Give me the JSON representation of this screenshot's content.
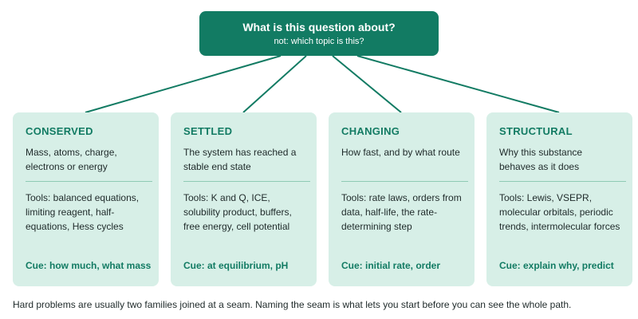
{
  "root": {
    "title": "What is this question about?",
    "subtitle": "not: which topic is this?"
  },
  "colors": {
    "accent": "#127b63",
    "card_bg": "#d7efe7",
    "divider": "#8fcab4"
  },
  "cards": [
    {
      "title": "CONSERVED",
      "description": "Mass, atoms, charge, electrons or energy",
      "tools": "Tools: balanced equations, limiting reagent, half-equations, Hess cycles",
      "cue": "Cue: how much, what mass"
    },
    {
      "title": "SETTLED",
      "description": "The system has reached a stable end state",
      "tools": "Tools: K and Q, ICE, solubility product, buffers, free energy, cell potential",
      "cue": "Cue: at equilibrium, pH"
    },
    {
      "title": "CHANGING",
      "description": "How fast, and by what route",
      "tools": "Tools: rate laws, orders from data, half-life, the rate-determining step",
      "cue": "Cue: initial rate, order"
    },
    {
      "title": "STRUCTURAL",
      "description": "Why this substance behaves as it does",
      "tools": "Tools: Lewis, VSEPR, molecular orbitals, periodic trends, intermolecular forces",
      "cue": "Cue: explain why, predict"
    }
  ],
  "footer": "Hard problems are usually two families joined at a seam. Naming the seam is what lets you start before you can see the whole path."
}
